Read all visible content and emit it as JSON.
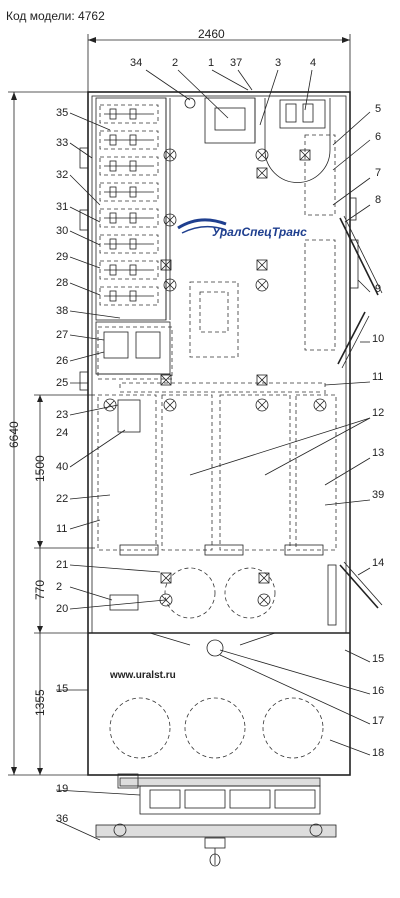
{
  "model_label": "Код модели: 4762",
  "logo_text": "УралСпецТранс",
  "website": "www.uralst.ru",
  "dimensions": {
    "width": "2460",
    "length": "6640",
    "seg_1500": "1500",
    "seg_770": "770",
    "seg_1355": "1355"
  },
  "callouts": {
    "top": [
      "34",
      "2",
      "1",
      "37",
      "3",
      "4"
    ],
    "right": [
      "5",
      "6",
      "7",
      "8",
      "9",
      "10",
      "11",
      "12",
      "13",
      "39",
      "14",
      "15",
      "16",
      "17",
      "18"
    ],
    "left": [
      "35",
      "33",
      "32",
      "31",
      "30",
      "29",
      "28",
      "38",
      "27",
      "26",
      "25",
      "23",
      "24",
      "40",
      "22",
      "11",
      "21",
      "2",
      "20",
      "15",
      "19",
      "36"
    ]
  },
  "colors": {
    "line": "#222222",
    "background": "#ffffff",
    "logo_blue": "#1f3f8f"
  }
}
